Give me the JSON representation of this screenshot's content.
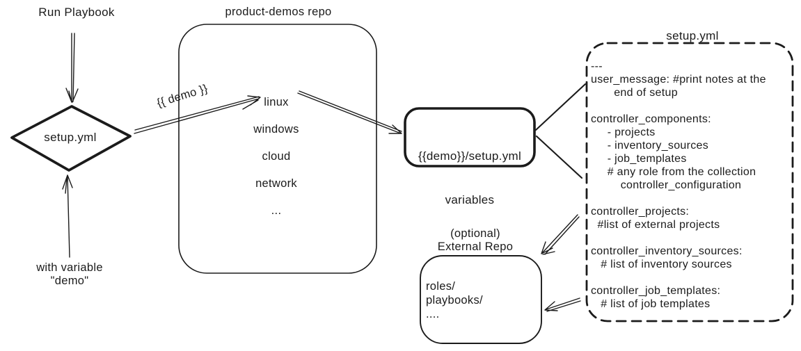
{
  "colors": {
    "ink": "#1b1b1b",
    "background": "#ffffff"
  },
  "trigger": {
    "label": "Run Playbook"
  },
  "decision": {
    "label": "setup.yml"
  },
  "variable_note": {
    "text": "with variable\n\"demo\""
  },
  "demo_edge": {
    "label": "{{ demo }}"
  },
  "repo": {
    "title": "product-demos repo",
    "items": [
      "linux",
      "windows",
      "cloud",
      "network",
      "..."
    ]
  },
  "variables_box": {
    "line1": "{{demo}}/setup.yml",
    "line2": "variables"
  },
  "setup_file": {
    "title": "setup.yml",
    "content": "---\nuser_message: #print notes at the\n       end of setup\n\ncontroller_components:\n     - projects\n     - inventory_sources\n     - job_templates\n     # any role from the collection\n         controller_configuration\n\ncontroller_projects:\n  #list of external projects\n\ncontroller_inventory_sources:\n   # list of inventory sources\n\ncontroller_job_templates:\n   # list of job templates"
  },
  "external_repo": {
    "caption": "(optional)\nExternal Repo",
    "content": "roles/\nplaybooks/\n...."
  }
}
